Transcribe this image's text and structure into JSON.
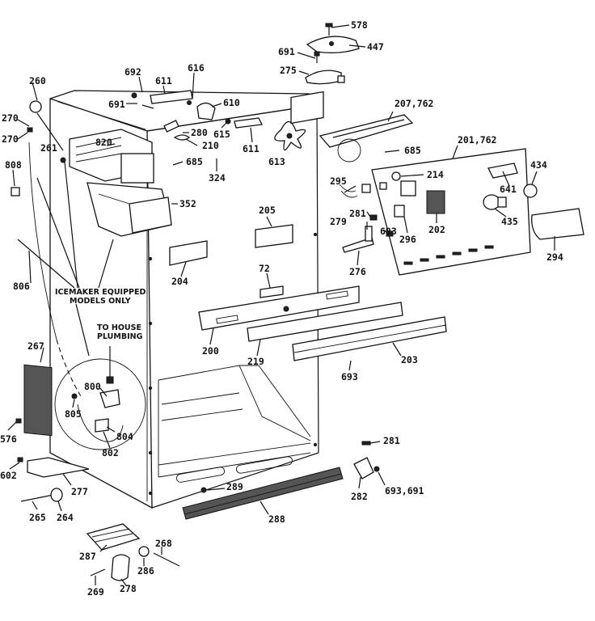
{
  "labels": {
    "p578": "578",
    "p447": "447",
    "p691a": "691",
    "p275": "275",
    "p692": "692",
    "p611a": "611",
    "p616": "616",
    "p691b": "691",
    "p610": "610",
    "p260": "260",
    "p270a": "270",
    "p270b": "270",
    "p261": "261",
    "p820": "820",
    "p280": "280",
    "p615": "615",
    "p210": "210",
    "p611b": "611",
    "p613": "613",
    "p685a": "685",
    "p685b": "685",
    "p324": "324",
    "p207_762": "207,762",
    "p201_762": "201,762",
    "p434": "434",
    "p214": "214",
    "p641": "641",
    "p295": "295",
    "p808": "808",
    "p352": "352",
    "p205": "205",
    "p281a": "281",
    "p279": "279",
    "p693a": "693",
    "p202": "202",
    "p296": "296",
    "p435": "435",
    "p294": "294",
    "p276": "276",
    "p204": "204",
    "p72": "72",
    "p806": "806",
    "p200": "200",
    "p219": "219",
    "p203": "203",
    "p267": "267",
    "p693b": "693",
    "p800": "800",
    "p805": "805",
    "p804": "804",
    "p802": "802",
    "p576": "576",
    "p281b": "281",
    "p602": "602",
    "p282": "282",
    "p693_691": "693,691",
    "p277": "277",
    "p289": "289",
    "p265": "265",
    "p264": "264",
    "p288": "288",
    "p268": "268",
    "p287": "287",
    "p286": "286",
    "p269": "269",
    "p278": "278"
  },
  "notes": {
    "icemaker_line1": "ICEMAKER EQUIPPED",
    "icemaker_line2": "MODELS ONLY",
    "plumbing_line1": "TO HOUSE",
    "plumbing_line2": "PLUMBING"
  }
}
